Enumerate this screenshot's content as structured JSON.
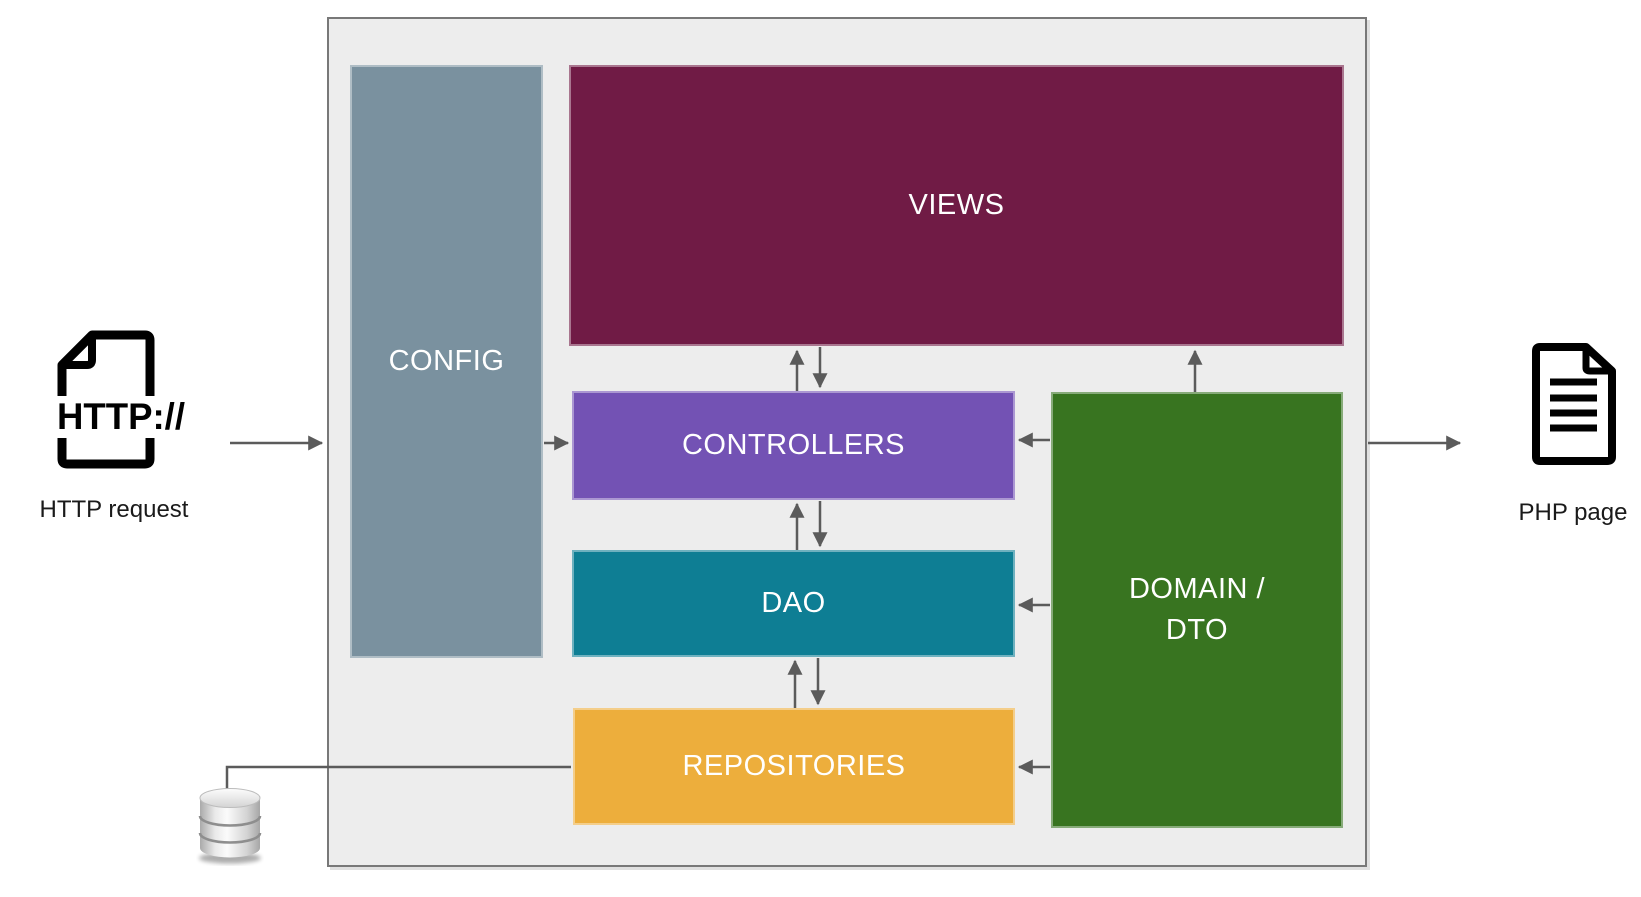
{
  "colors": {
    "page_bg": "#ffffff",
    "container_bg": "#ededed",
    "container_border": "#787878",
    "config": "#7a919f",
    "views": "#701b45",
    "controllers": "#7352b4",
    "dao": "#0e7e94",
    "repositories": "#edae3c",
    "domain": "#387420",
    "arrow": "#5b5b5b",
    "box_label_text": "#ffffff",
    "caption_text": "#1a1a1a",
    "icon_stroke": "#000000"
  },
  "diagram": {
    "boxes": {
      "config": {
        "label": "CONFIG"
      },
      "views": {
        "label": "VIEWS"
      },
      "controllers": {
        "label": "CONTROLLERS"
      },
      "dao": {
        "label": "DAO"
      },
      "repositories": {
        "label": "REPOSITORIES"
      },
      "domain": {
        "label": "DOMAIN /\nDTO"
      }
    },
    "edges": [
      {
        "from": "http_request",
        "to": "container",
        "style": "arrow"
      },
      {
        "from": "config",
        "to": "controllers",
        "style": "arrow"
      },
      {
        "from": "views",
        "to": "controllers",
        "style": "double-arrow"
      },
      {
        "from": "controllers",
        "to": "dao",
        "style": "double-arrow"
      },
      {
        "from": "dao",
        "to": "repositories",
        "style": "double-arrow"
      },
      {
        "from": "domain",
        "to": "views",
        "style": "arrow"
      },
      {
        "from": "domain",
        "to": "controllers",
        "style": "arrow"
      },
      {
        "from": "domain",
        "to": "dao",
        "style": "arrow"
      },
      {
        "from": "domain",
        "to": "repositories",
        "style": "arrow"
      },
      {
        "from": "container",
        "to": "php_page",
        "style": "arrow"
      },
      {
        "from": "database",
        "to": "repositories",
        "style": "line"
      }
    ]
  },
  "external": {
    "http_request": {
      "caption": "HTTP request",
      "icon_text": "HTTP://"
    },
    "php_page": {
      "caption": "PHP page"
    },
    "database": {
      "caption": ""
    }
  }
}
